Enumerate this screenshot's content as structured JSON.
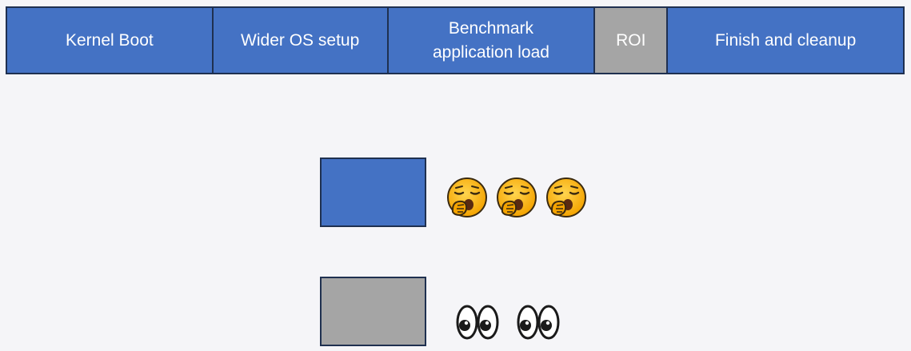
{
  "phases": [
    {
      "label": "Kernel Boot",
      "color": "#4472c4"
    },
    {
      "label": "Wider OS setup",
      "color": "#4472c4"
    },
    {
      "label": "Benchmark\napplication load",
      "color": "#4472c4"
    },
    {
      "label": "ROI",
      "color": "#a5a5a5"
    },
    {
      "label": "Finish and cleanup",
      "color": "#4472c4"
    }
  ],
  "legend": [
    {
      "swatch_color": "#4472c4",
      "icon": "yawning-face-icon",
      "count": 3
    },
    {
      "swatch_color": "#a5a5a5",
      "icon": "eyes-icon",
      "count": 2
    }
  ]
}
